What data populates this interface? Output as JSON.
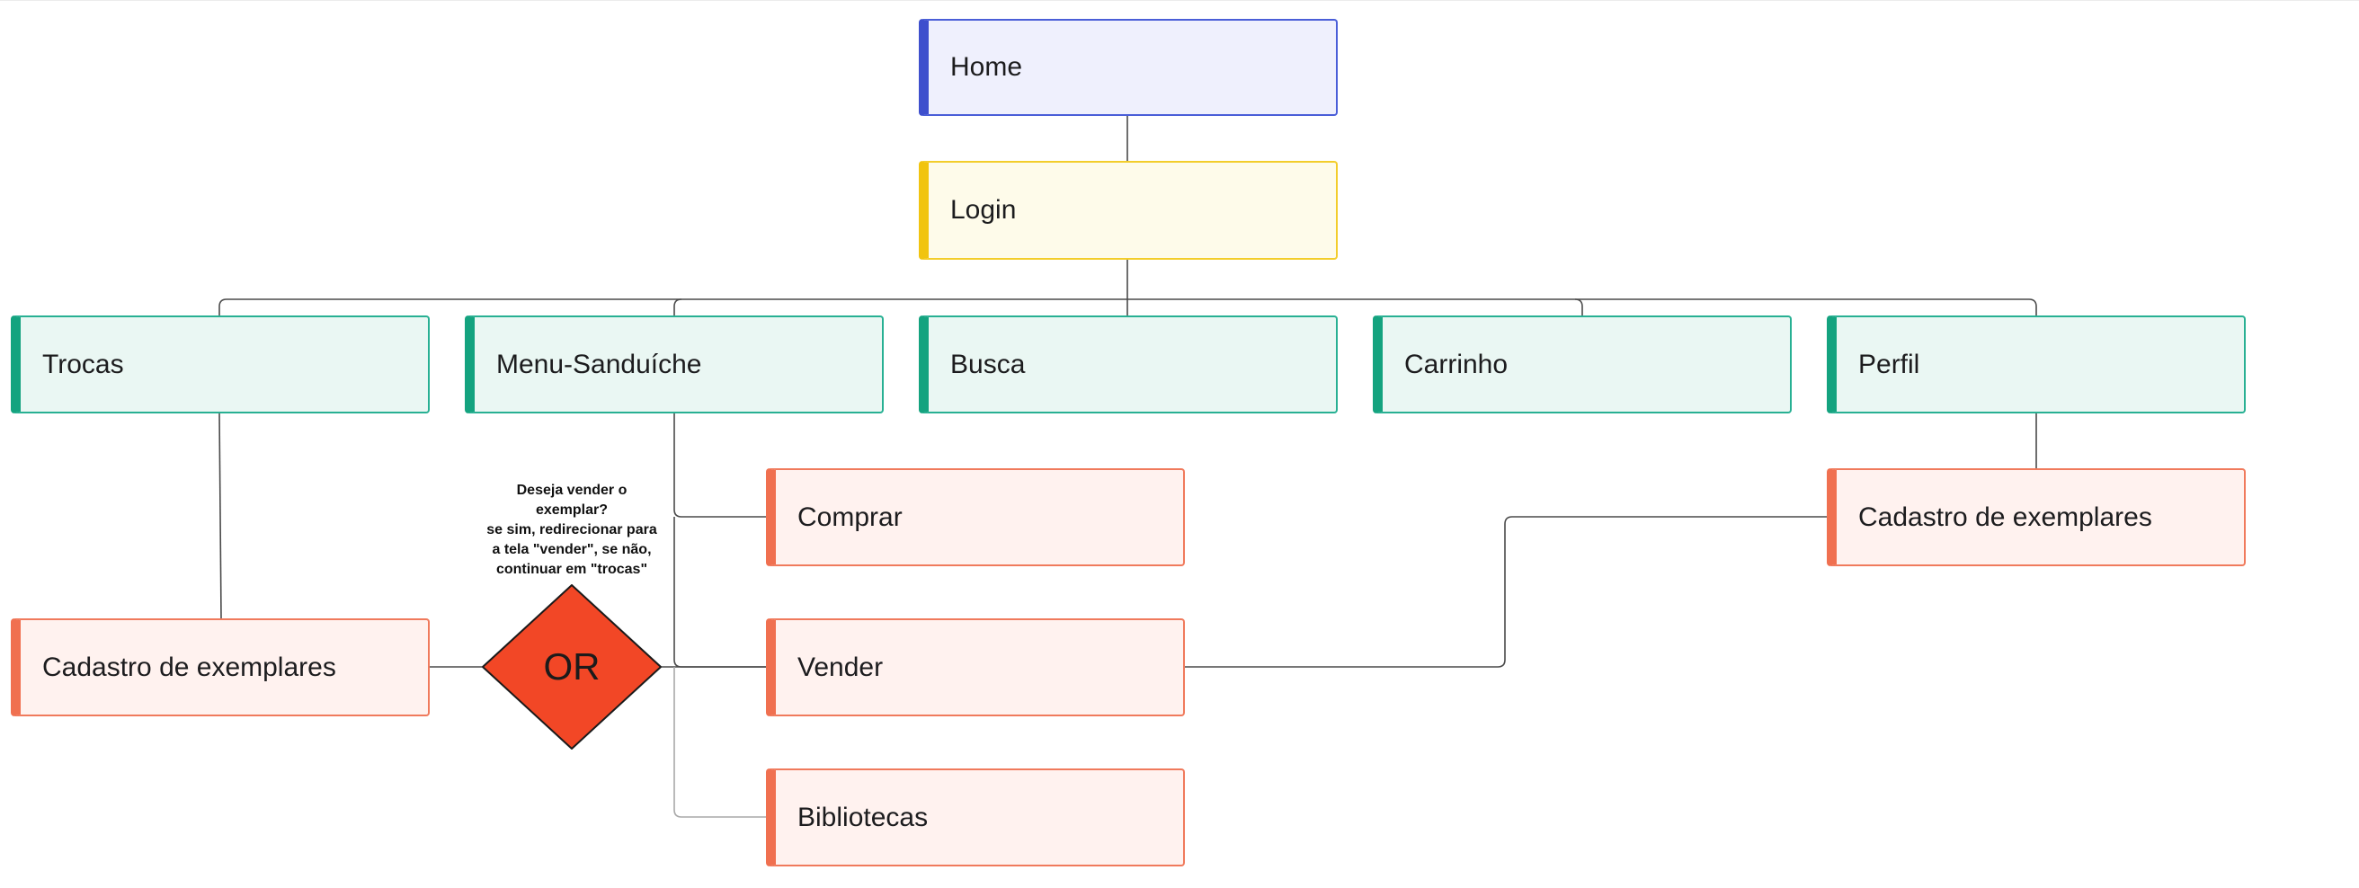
{
  "nodes": {
    "home": "Home",
    "login": "Login",
    "trocas": "Trocas",
    "menu_sanduiche": "Menu-Sanduíche",
    "busca": "Busca",
    "carrinho": "Carrinho",
    "perfil": "Perfil",
    "comprar": "Comprar",
    "vender": "Vender",
    "bibliotecas": "Bibliotecas",
    "cadastro_trocas": "Cadastro de exemplares",
    "cadastro_perfil": "Cadastro de exemplares"
  },
  "decision": {
    "label": "OR",
    "note_lines": [
      "Deseja vender o",
      "exemplar?",
      "se sim, redirecionar para",
      "a tela \"vender\", se não,",
      "continuar em \"trocas\""
    ]
  },
  "colors": {
    "home": "#3e4fcd",
    "login": "#f1c40f",
    "section": "#14a37f",
    "subpage": "#f07050",
    "decision": "#f24726",
    "connector": "#4a4a4a"
  }
}
